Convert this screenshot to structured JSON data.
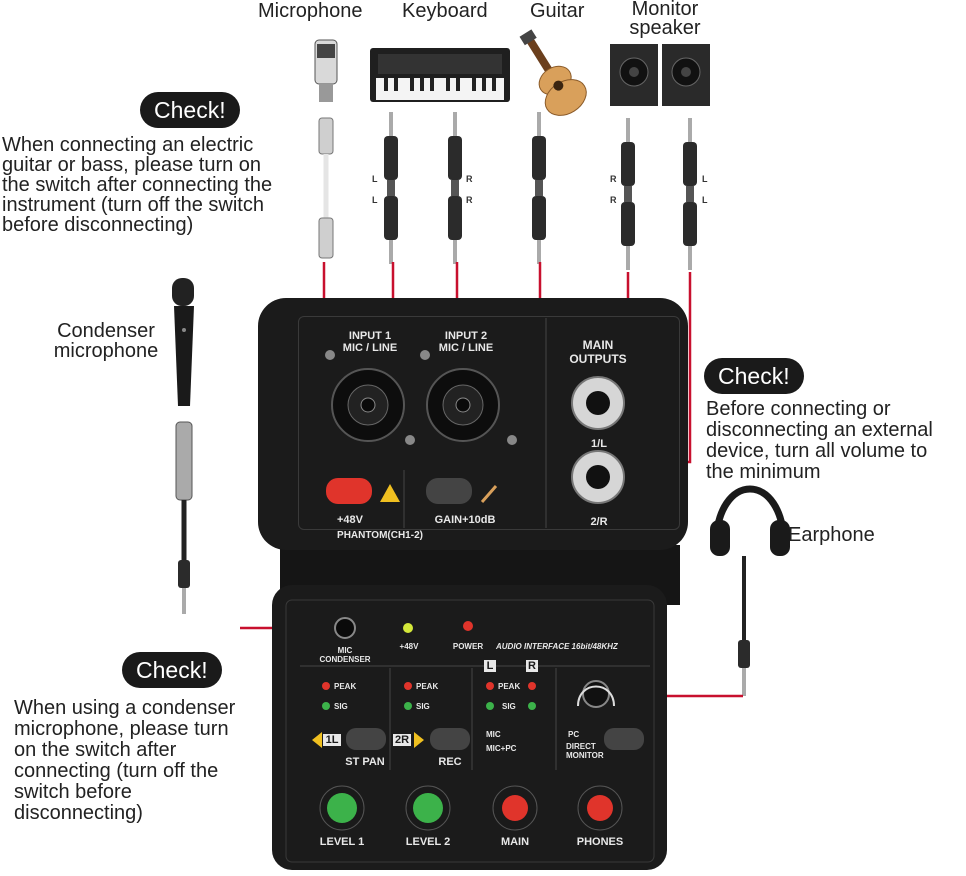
{
  "devices": {
    "microphone": "Microphone",
    "keyboard": "Keyboard",
    "guitar": "Guitar",
    "monitor_line1": "Monitor",
    "monitor_line2": "speaker",
    "condenser_line1": "Condenser",
    "condenser_line2": "microphone",
    "earphone": "Earphone"
  },
  "callouts": [
    {
      "badge": "Check!",
      "text": "When connecting an electric\nguitar or bass, please turn on\nthe switch after connecting the\ninstrument (turn off the switch\nbefore disconnecting)"
    },
    {
      "badge": "Check!",
      "text": "Before connecting or\ndisconnecting an external\ndevice, turn all volume to\nthe minimum"
    },
    {
      "badge": "Check!",
      "text": "When using a condenser\nmicrophone, please turn\non the switch after\nconnecting (turn off the\nswitch before\ndisconnecting)"
    }
  ],
  "cable_labels": [
    "L",
    "L",
    "R",
    "R",
    "R",
    "R",
    "L",
    "L"
  ],
  "panel_top": {
    "input1_line1": "INPUT 1",
    "input1_line2": "MIC / LINE",
    "input2_line1": "INPUT 2",
    "input2_line2": "MIC / LINE",
    "main_line1": "MAIN",
    "main_line2": "OUTPUTS",
    "out_1l": "1/L",
    "out_2r": "2/R",
    "phantom_48v": "+48V",
    "phantom_label": "PHANTOM(CH1-2)",
    "gain_label": "GAIN+10dB"
  },
  "panel_bottom": {
    "mic_condenser_line1": "MIC",
    "mic_condenser_line2": "CONDENSER",
    "led_48v": "+48V",
    "power": "POWER",
    "interface": "AUDIO INTERFACE 16bit/48KHZ",
    "left_mark": "L",
    "right_mark": "R",
    "peak": "PEAK",
    "sig": "SIG",
    "pan_1l": "1L",
    "pan_2r": "2R",
    "st_pan": "ST PAN",
    "rec": "REC",
    "mic_opt": "MIC",
    "micpc_opt": "MIC+PC",
    "pc_opt": "PC",
    "direct_line1": "DIRECT",
    "direct_line2": "MONITOR",
    "level1": "LEVEL 1",
    "level2": "LEVEL 2",
    "main": "MAIN",
    "phones": "PHONES"
  },
  "colors": {
    "wire": "#c8102e",
    "panel": "#1b1b1b",
    "knob_green": "#3cb24a",
    "knob_red": "#e0342b",
    "button_red": "#e0342b",
    "warning_yellow": "#f0c020"
  }
}
